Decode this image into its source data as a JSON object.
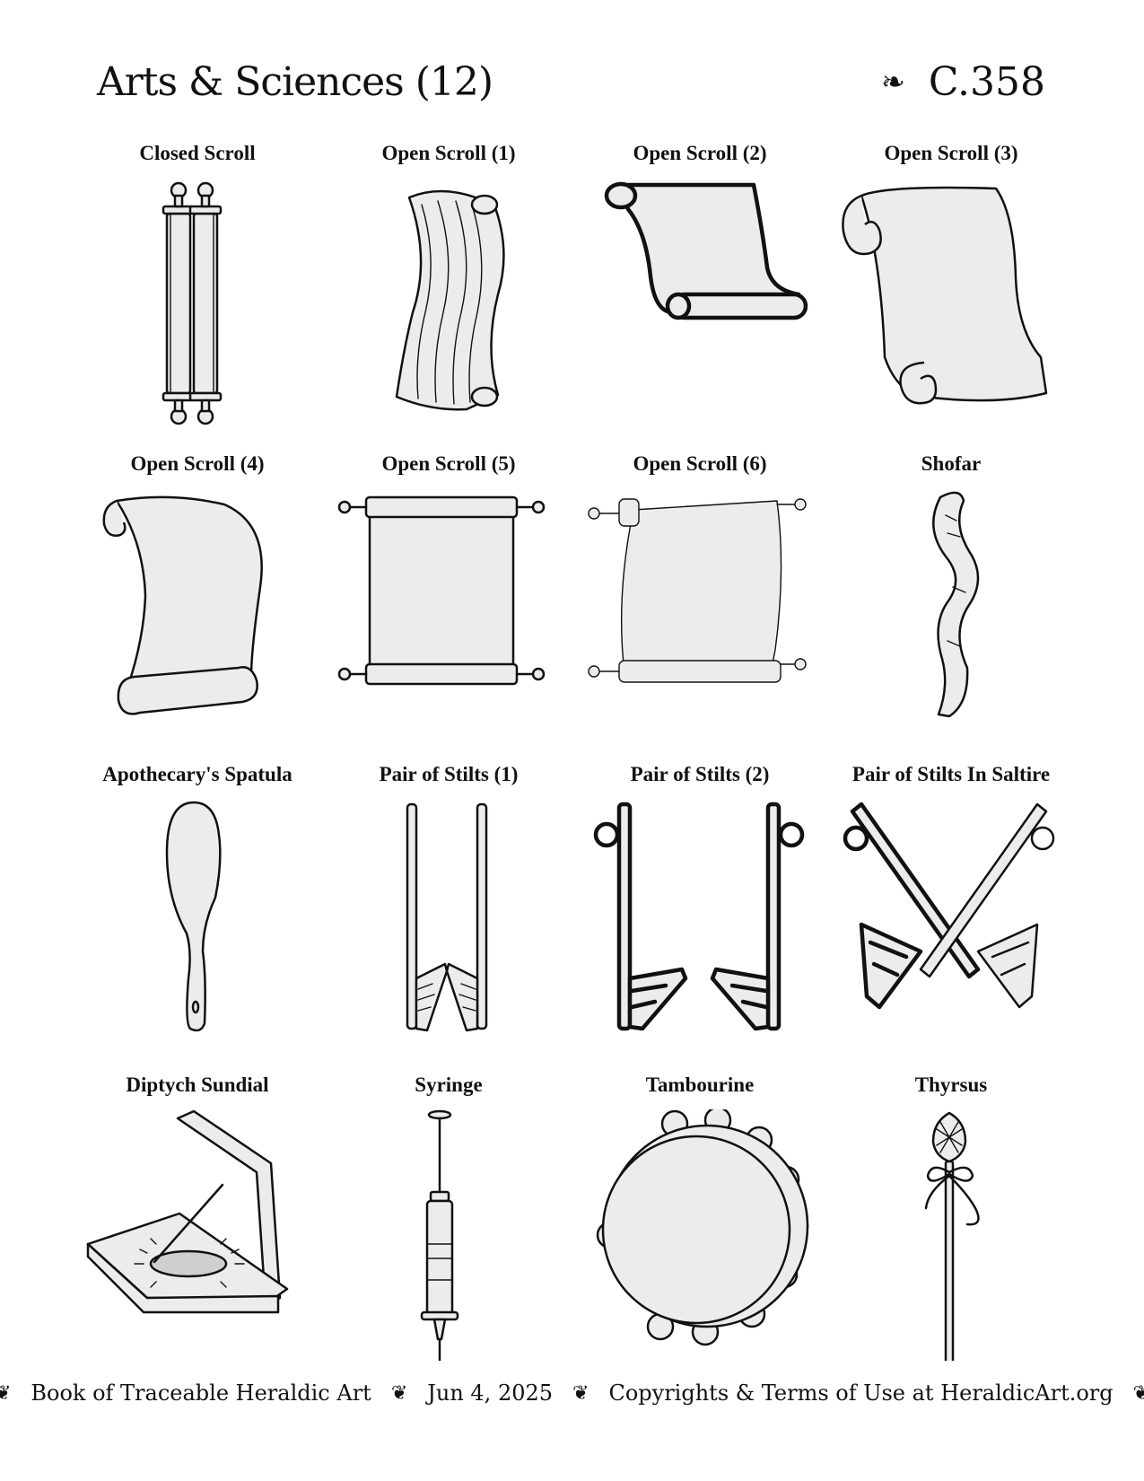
{
  "header": {
    "title": "Arts & Sciences (12)",
    "fleuron": "❧",
    "code": "C.358"
  },
  "items": [
    {
      "label": "Closed Scroll"
    },
    {
      "label": "Open Scroll (1)"
    },
    {
      "label": "Open Scroll (2)"
    },
    {
      "label": "Open Scroll (3)"
    },
    {
      "label": "Open Scroll (4)"
    },
    {
      "label": "Open Scroll (5)"
    },
    {
      "label": "Open Scroll (6)"
    },
    {
      "label": "Shofar"
    },
    {
      "label": "Apothecary's Spatula"
    },
    {
      "label": "Pair of Stilts (1)"
    },
    {
      "label": "Pair of Stilts (2)"
    },
    {
      "label": "Pair of Stilts In Saltire"
    },
    {
      "label": "Diptych Sundial"
    },
    {
      "label": "Syringe"
    },
    {
      "label": "Tambourine"
    },
    {
      "label": "Thyrsus"
    }
  ],
  "footer": {
    "fleuron": "❦",
    "book": "Book of Traceable Heraldic Art",
    "date": "Jun 4, 2025",
    "copyright": "Copyrights & Terms of Use at HeraldicArt.org"
  }
}
